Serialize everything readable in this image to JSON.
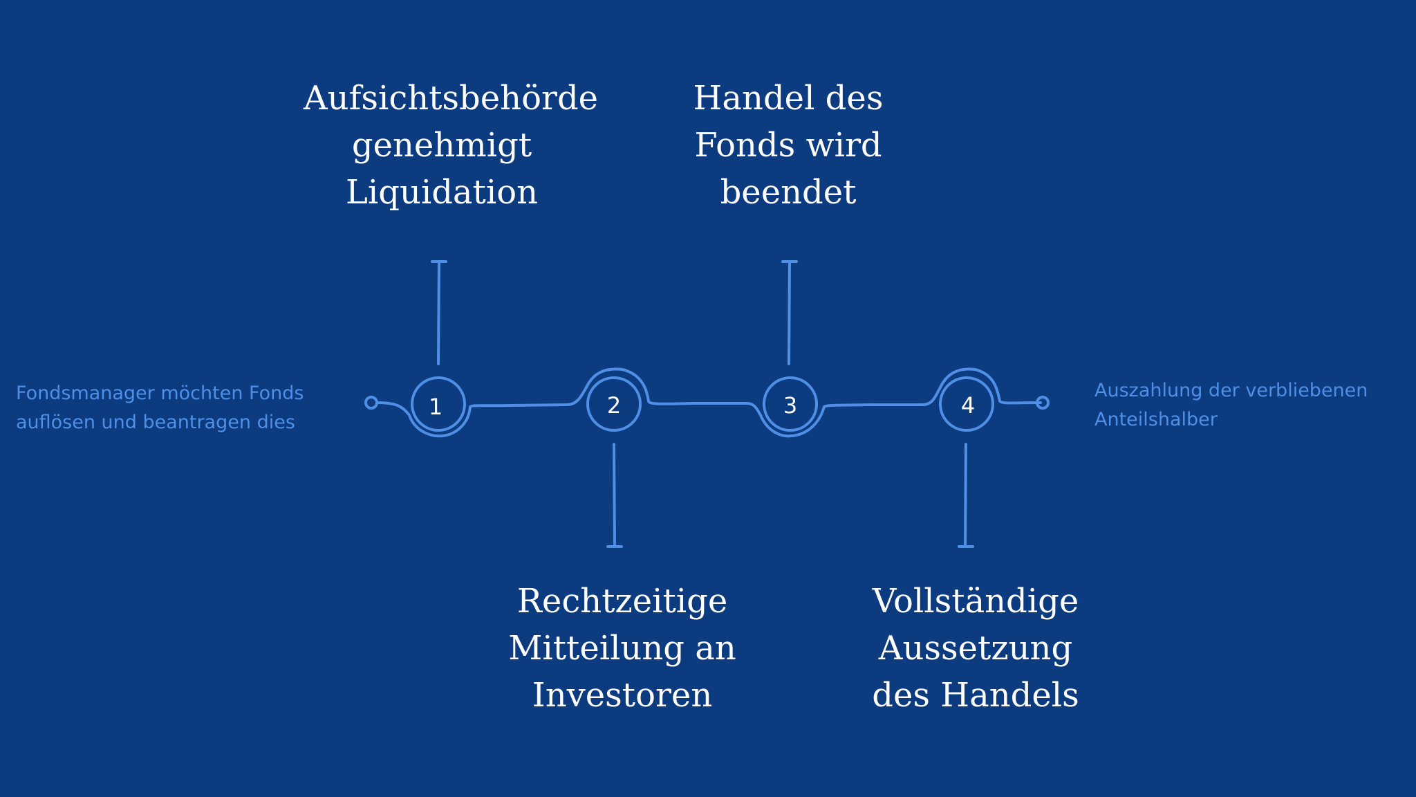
{
  "start_note": [
    "Fondsmanager möchten Fonds",
    "auflösen und beantragen dies"
  ],
  "end_note": [
    "Auszahlung der verbliebenen",
    "Anteilshalber"
  ],
  "steps": [
    {
      "number": "1",
      "lines": [
        "Aufsichtsbehörde",
        "genehmigt",
        "Liquidation"
      ]
    },
    {
      "number": "2",
      "lines": [
        "Rechtzeitige",
        "Mitteilung an",
        "Investoren"
      ]
    },
    {
      "number": "3",
      "lines": [
        "Handel des",
        "Fonds wird",
        "beendet"
      ]
    },
    {
      "number": "4",
      "lines": [
        "Vollständige",
        "Aussetzung",
        "des Handels"
      ]
    }
  ],
  "colors": {
    "background": "#0c3b80",
    "line": "#4f8fe6",
    "step_text": "#ffffff",
    "note_text": "#4f8fe6"
  }
}
